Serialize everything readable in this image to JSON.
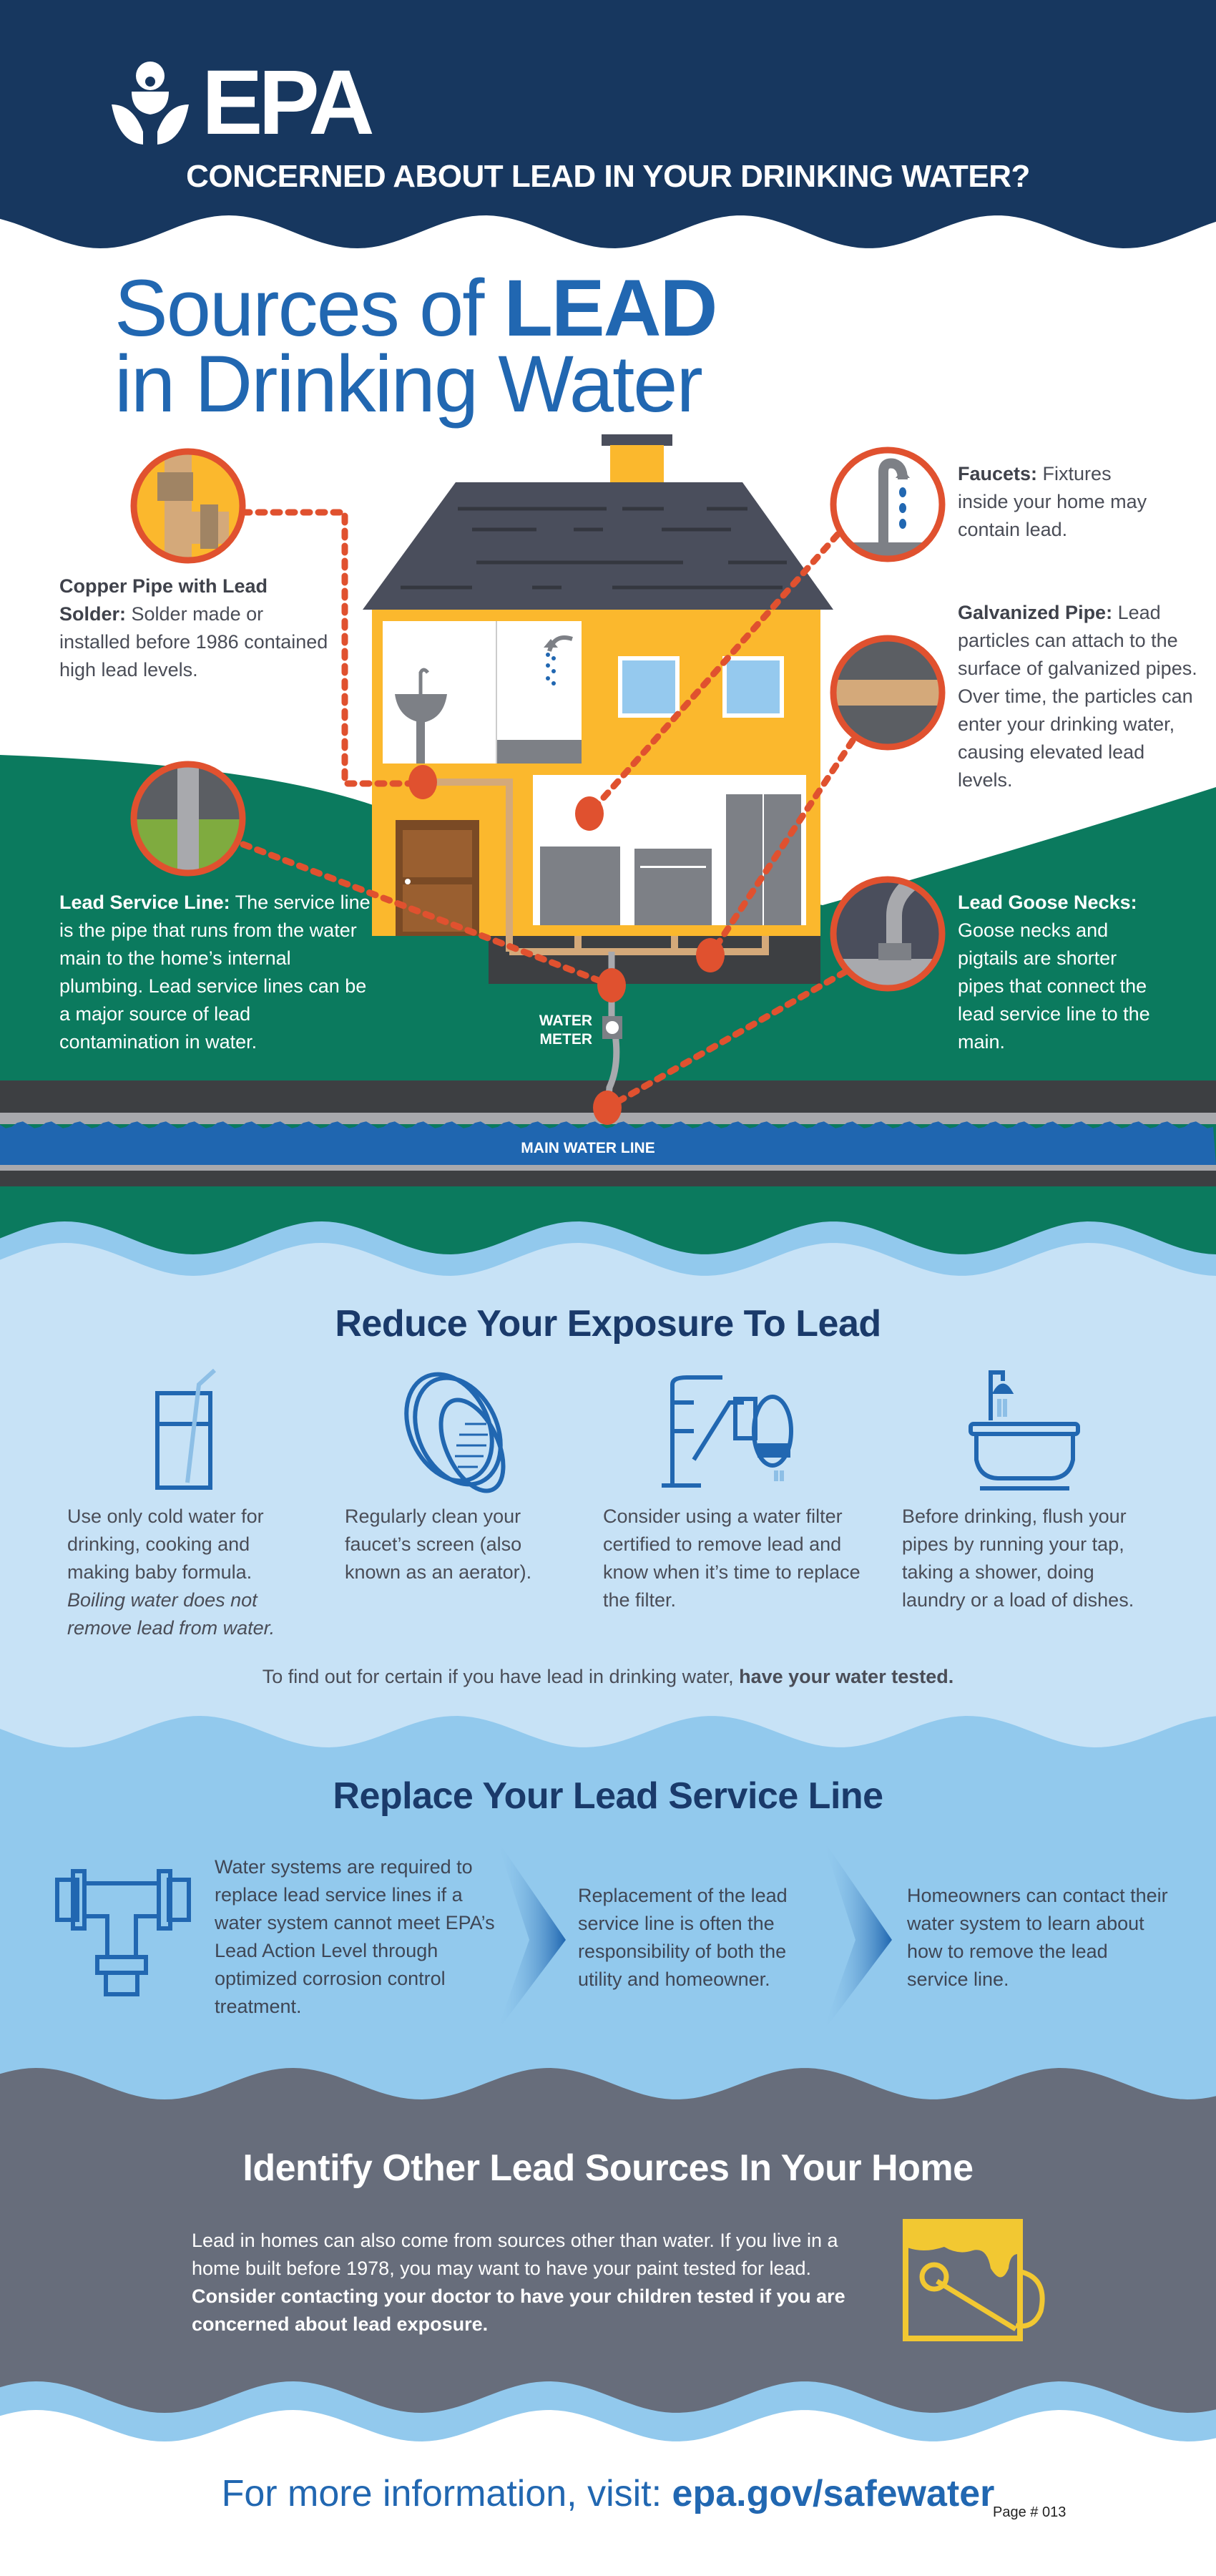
{
  "header": {
    "logo_text": "EPA",
    "question": "CONCERNED ABOUT LEAD IN YOUR DRINKING WATER?"
  },
  "title": {
    "line1_prefix": "Sources of ",
    "line1_bold": "LEAD",
    "line2": "in Drinking Water"
  },
  "callouts": {
    "copper": {
      "label": "Copper Pipe with Lead Solder:",
      "text": " Solder made or installed before 1986 contained high lead levels."
    },
    "service": {
      "label": "Lead Service Line:",
      "text": " The service line is the pipe that runs from the water main to the home’s internal plumbing. Lead service lines can be a major source of lead contamination in water."
    },
    "faucets": {
      "label": "Faucets:",
      "text": " Fixtures inside your home may contain lead."
    },
    "galvanized": {
      "label": "Galvanized Pipe:",
      "text": " Lead particles can attach to the surface of galvanized pipes. Over time, the particles can enter your drinking water, causing elevated lead levels."
    },
    "goose": {
      "label": "Lead Goose Necks:",
      "text": " Goose necks and pigtails are shorter pipes that connect the lead service line to the main."
    }
  },
  "diagram_labels": {
    "water_meter_1": "WATER",
    "water_meter_2": "METER",
    "main_line": "MAIN WATER LINE"
  },
  "reduce": {
    "heading": "Reduce Your Exposure To Lead",
    "items": [
      {
        "icon": "glass-icon",
        "text": "Use only cold water for drinking, cooking and making baby formula. ",
        "italic": "Boiling water does not remove lead from water."
      },
      {
        "icon": "aerator-icon",
        "text": "Regularly clean your faucet’s screen (also known as an aerator)."
      },
      {
        "icon": "faucet-filter-icon",
        "text": "Consider using a water filter certified to remove lead and know when it’s time to replace the filter."
      },
      {
        "icon": "bathtub-shower-icon",
        "text": "Before drinking, flush your pipes by running your tap, taking a shower, doing laundry or a load of dishes."
      }
    ],
    "note": "To find out for certain if you have lead in drinking water, ",
    "note_bold": "have your water tested."
  },
  "replace": {
    "heading": "Replace Your Lead Service Line",
    "steps": [
      "Water systems are required to replace lead service lines if a water system cannot meet EPA’s Lead Action Level through optimized corrosion control treatment.",
      "Replacement of the lead service line is often the responsibility of both the utility and homeowner.",
      "Homeowners can contact their water system to learn about how to remove the lead service line."
    ]
  },
  "identify": {
    "heading": "Identify Other Lead Sources In Your Home",
    "text": "Lead in homes can also come from sources other than water. If you live in a home built before 1978, you may want to have your paint tested for lead. ",
    "text_bold": "Consider contacting your doctor to have your children tested if you are concerned about lead exposure.",
    "icon": "paint-can-icon"
  },
  "footer": {
    "prefix": "For more information, visit: ",
    "link": "epa.gov/safewater",
    "page_number": "Page # 013"
  },
  "colors": {
    "navy": "#17375f",
    "title_blue": "#2167b1",
    "orange": "#e0512f",
    "house_yellow": "#fbb82d",
    "green": "#0b7a5e",
    "light_blue": "#c7e2f6",
    "mid_blue": "#92c9ed",
    "grey": "#676d7b",
    "paint_yellow": "#f2c832"
  }
}
